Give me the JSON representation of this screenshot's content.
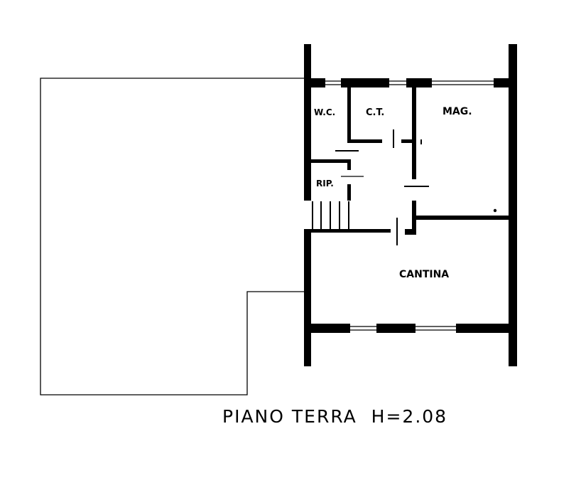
{
  "rooms": {
    "wc": "W.C.",
    "ct": "C.T.",
    "mag": "MAG.",
    "rip": "RIP.",
    "cantina": "CANTINA"
  },
  "title": "PIANO TERRA  H=2.08",
  "colors": {
    "wall": "#000000",
    "background": "#ffffff"
  }
}
